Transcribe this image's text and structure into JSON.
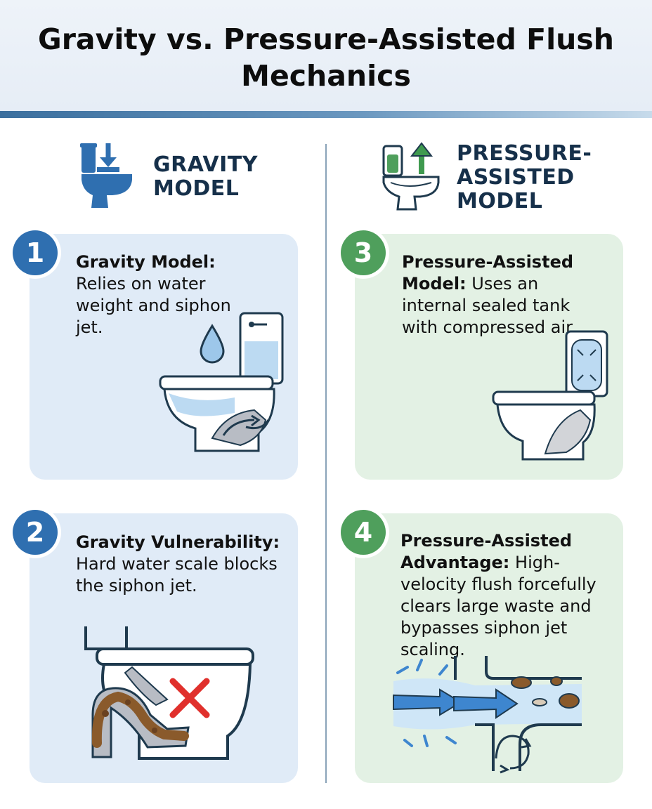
{
  "title": "Gravity vs. Pressure-Assisted Flush Mechanics",
  "columns": {
    "gravity": {
      "heading_line1": "GRAVITY",
      "heading_line2": "MODEL",
      "icon": "gravity-toilet-icon"
    },
    "pressure": {
      "heading_line1": "PRESSURE-",
      "heading_line2": "ASSISTED",
      "heading_line3": "MODEL",
      "icon": "pressure-toilet-icon"
    }
  },
  "cards": [
    {
      "number": "1",
      "bold": "Gravity Model:",
      "text": "Relies on water weight and siphon jet."
    },
    {
      "number": "2",
      "bold": "Gravity Vulnerability:",
      "text": "Hard water scale blocks the siphon jet."
    },
    {
      "number": "3",
      "bold": "Pressure-Assisted Model:",
      "text": "Uses an internal sealed tank with compressed air."
    },
    {
      "number": "4",
      "bold": "Pressure-Assisted Advantage:",
      "text": "High-velocity flush forcefully clears large waste and bypasses siphon jet scaling."
    }
  ],
  "colors": {
    "gravity_accent": "#2f6fb0",
    "pressure_accent": "#4f9f5c",
    "gravity_card": "#e0ebf7",
    "pressure_card": "#e3f1e4",
    "error_cross": "#e0302c"
  }
}
